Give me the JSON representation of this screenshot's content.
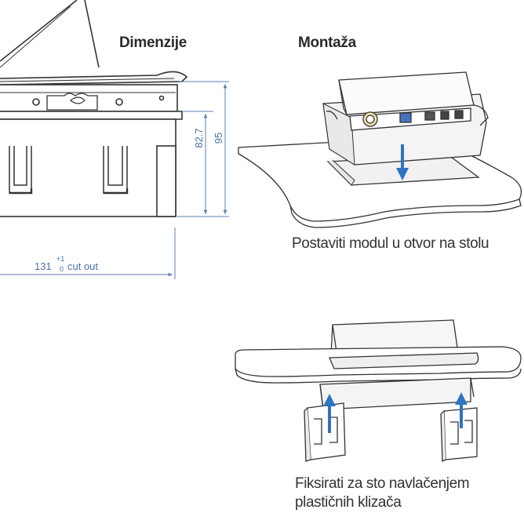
{
  "headers": {
    "dimensions": "Dimenzije",
    "mounting": "Montaža"
  },
  "dimensions": {
    "height_inner": "82.7",
    "height_total": "95",
    "cutout_value": "131",
    "cutout_tol_upper": "+1",
    "cutout_tol_lower": "0",
    "cutout_suffix": "cut out"
  },
  "captions": {
    "step1": "Postaviti modul u otvor na stolu",
    "step2_line1": "Fiksirati za sto navlačenjem",
    "step2_line2": "plastičnih klizača"
  },
  "colors": {
    "dimension_line": "#5b7fb5",
    "arrow": "#2f74c0",
    "drawing": "#333333"
  }
}
